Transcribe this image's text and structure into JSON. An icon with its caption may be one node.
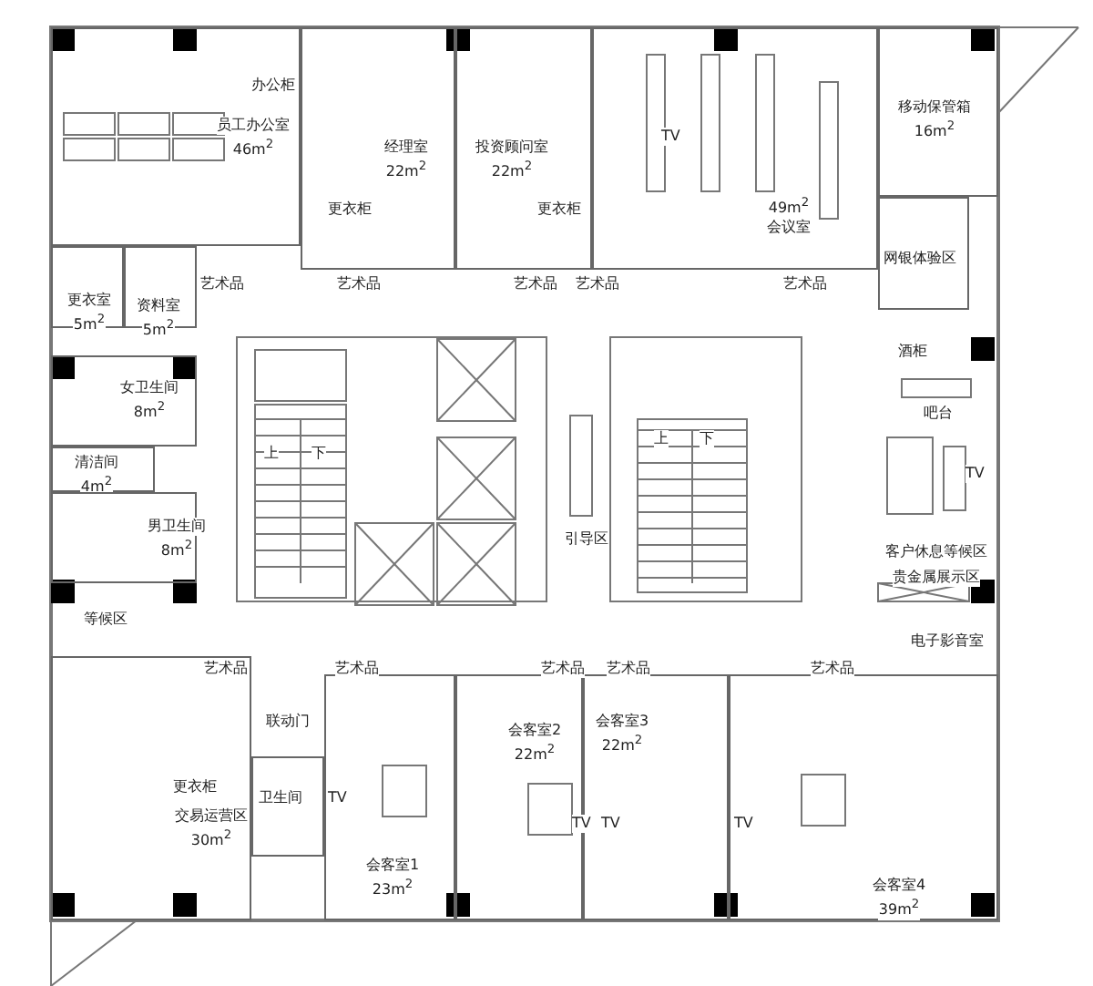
{
  "diagram": {
    "nodes": [
      {
        "text": [
          "员工办公室",
          "46m$^{2}$"
        ]
      },
      {
        "text": [
          "经理室",
          "22m$^{2}$"
        ]
      },
      {
        "text": [
          "投资顾问室",
          "22m$^{2}$"
        ]
      },
      {
        "text": [
          "49m$^{2}$",
          "会议室"
        ]
      },
      {
        "text": [
          "移动保管箱",
          "16m$^{2}$"
        ]
      },
      {
        "text": [
          "网银体验区"
        ]
      },
      {
        "text": [
          "更衣室",
          "5m$^{2}$"
        ]
      },
      {
        "text": [
          "资料室",
          "5m$^{2}$"
        ]
      },
      {
        "text": [
          "女卫生间",
          "8m$^{2}$"
        ]
      },
      {
        "text": [
          "清洁间",
          "4m$^{2}$"
        ]
      },
      {
        "text": [
          "男卫生间",
          "8m$^{2}$"
        ]
      },
      {
        "text": [
          "交易运营区",
          "30m$^{2}$"
        ]
      },
      {
        "text": [
          "卫生间"
        ]
      },
      {
        "text": [
          "会客室1",
          "23m$^{2}$"
        ]
      },
      {
        "text": [
          "会客室2",
          "22m$^{2}$"
        ]
      },
      {
        "text": [
          "会客室3",
          "22m$^{2}$"
        ]
      },
      {
        "text": [
          "会客室4",
          "39m$^{2}$"
        ]
      }
    ],
    "labels": [
      "办公柜",
      "更衣柜",
      "更衣柜",
      "TV",
      "艺术品",
      "艺术品",
      "艺术品",
      "艺术品",
      "艺术品",
      "酒柜",
      "吧台",
      "上",
      "下",
      "上",
      "下",
      "TV",
      "引导区",
      "客户休息等候区",
      "等候区",
      "贵金属展示区",
      "电子影音室",
      "艺术品",
      "艺术品",
      "艺术品",
      "艺术品",
      "艺术品",
      "联动门",
      "更衣柜",
      "TV",
      "TV",
      "TV",
      "TV"
    ]
  }
}
